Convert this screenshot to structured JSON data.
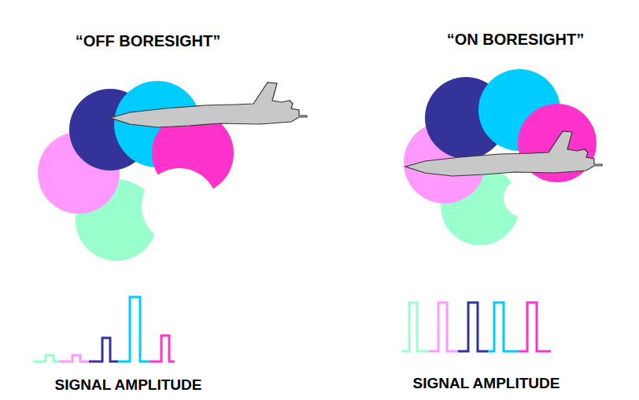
{
  "diagram": {
    "labels": [
      "“OFF BORESIGHT”",
      "“ON BORESIGHT”",
      "SIGNAL AMPLITUDE",
      "SIGNAL AMPLITUDE"
    ]
  }
}
